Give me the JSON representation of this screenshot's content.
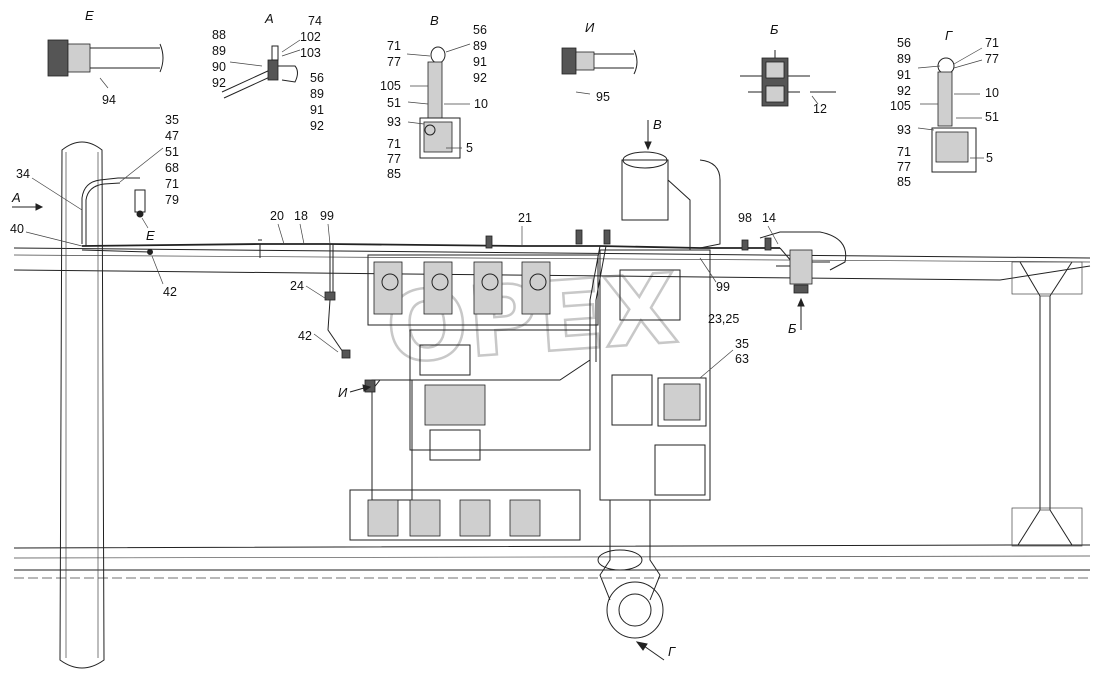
{
  "watermark": "OPEX",
  "views": {
    "E": "Е",
    "A": "А",
    "V": "В",
    "I": "И",
    "B": "Б",
    "G": "Г"
  },
  "details": {
    "e_label": "94",
    "a_left": [
      "88",
      "89",
      "90",
      "92"
    ],
    "a_top": [
      "74",
      "102",
      "103"
    ],
    "a_right": [
      "56",
      "89",
      "91",
      "92"
    ],
    "v_left_top": [
      "71",
      "77"
    ],
    "v_right_top": [
      "56",
      "89",
      "91",
      "92"
    ],
    "v_105": "105",
    "v_51": "51",
    "v_10": "10",
    "v_93": "93",
    "v_left_bottom": [
      "71",
      "77",
      "85"
    ],
    "v_5": "5",
    "i_label": "95",
    "b_label": "12",
    "g_left_top": [
      "56",
      "89",
      "91",
      "92"
    ],
    "g_right_top": [
      "71",
      "77"
    ],
    "g_105": "105",
    "g_10": "10",
    "g_93": "93",
    "g_51": "51",
    "g_left_bottom": [
      "71",
      "77",
      "85"
    ],
    "g_5": "5"
  },
  "main": {
    "stack_right": [
      "35",
      "47",
      "51",
      "68",
      "71",
      "79"
    ],
    "l34": "34",
    "l40": "40",
    "l42a": "42",
    "l20": "20",
    "l18": "18",
    "l99a": "99",
    "l21": "21",
    "l98": "98",
    "l14": "14",
    "l24": "24",
    "l42b": "42",
    "l99b": "99",
    "l2325": "23,25",
    "l35": "35",
    "l63": "63"
  },
  "arrows": {
    "A": "А",
    "E": "Е",
    "V": "В",
    "B": "Б",
    "I": "И",
    "G": "Г"
  }
}
